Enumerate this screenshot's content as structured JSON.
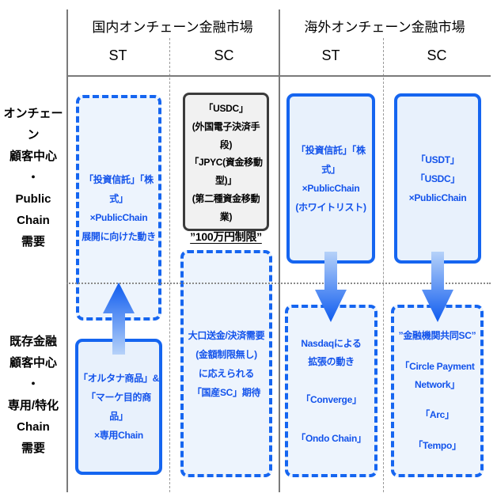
{
  "title_row": {
    "domestic_market": "国内オンチェーン金融市場",
    "overseas_market": "海外オンチェーン金融市場",
    "domestic_st": "ST",
    "domestic_sc": "SC",
    "overseas_st": "ST",
    "overseas_sc": "SC"
  },
  "row_labels": {
    "onchain_public": [
      "オンチェーン",
      "顧客中心",
      "・",
      "Public",
      "Chain",
      "需要"
    ],
    "existing_dedicated": [
      "既存金融",
      "顧客中心",
      "・",
      "専用/特化",
      "Chain",
      "需要"
    ]
  },
  "cells": {
    "domestic_st_top": [
      "「投資信託」「株式」",
      "×PublicChain",
      "展開に向けた動き"
    ],
    "domestic_st_bottom": [
      "「オルタナ商品」&",
      "「マーケ目的商品」",
      "×専用Chain"
    ],
    "domestic_sc_top": {
      "usdc": [
        "「USDC」",
        "(外国電子決済手段)"
      ],
      "jpyc": [
        "「JPYC(資金移動型)」",
        "(第二種資金移動業)"
      ],
      "limit": "”100万円制限”"
    },
    "domestic_sc_bottom": [
      "大口送金/決済需要",
      "(金額制限無し)",
      "に応えられる",
      "「国産SC」期待"
    ],
    "overseas_st_top": [
      "「投資信託」「株式」",
      "×PublicChain",
      "(ホワイトリスト)"
    ],
    "overseas_st_bottom": {
      "nasdaq": [
        "Nasdaqによる",
        "拡張の動き"
      ],
      "converge": "「Converge」",
      "ondo": "「Ondo Chain」"
    },
    "overseas_sc_top": [
      "「USDT」「USDC」",
      "×PublicChain"
    ],
    "overseas_sc_bottom": {
      "joint_sc": "”金融機関共同SC”",
      "cpn": [
        "「Circle Payment",
        "Network」"
      ],
      "arc": "「Arc」",
      "tempo": "「Tempo」"
    }
  },
  "colors": {
    "accent_blue": "#1565F0",
    "text_blue": "#1353EB",
    "box_fill_light": "#EDF4FD",
    "box_fill_solid": "#E8F1FC",
    "dark_border": "#3B3B3B",
    "dark_fill": "#F1F1F1",
    "arrow_strong": "#0E5BEF",
    "arrow_light": "#B6D2F9",
    "grid_gray": "#7A7A7A"
  }
}
